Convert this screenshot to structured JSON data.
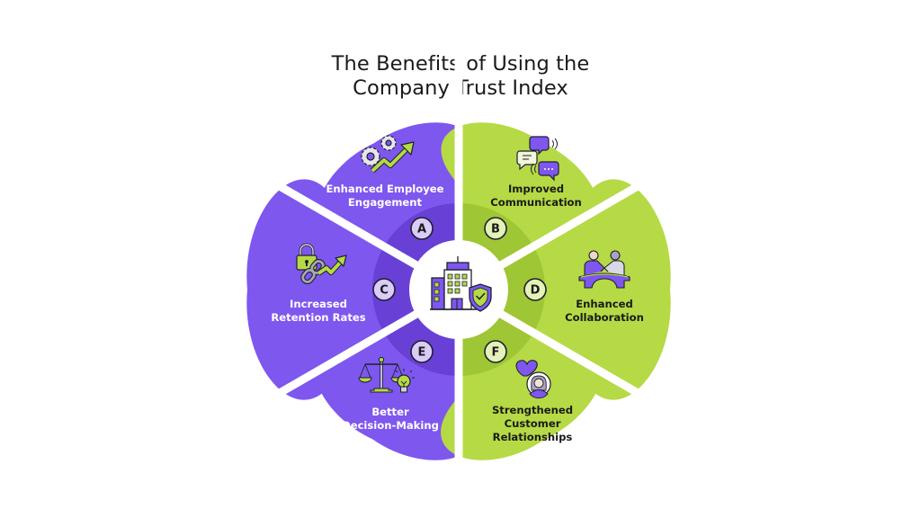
{
  "title": {
    "line1": "The Benefits of Using the",
    "line2": "Company Trust Index"
  },
  "colors": {
    "purple": "#7E57EE",
    "purple_dark": "#6840D6",
    "green": "#B5DA45",
    "green_dark": "#9FC634",
    "badge_purple": "#D9CCF8",
    "badge_green": "#E4F2B8",
    "outline": "#1f1f2e"
  },
  "center": {
    "icon": "building-shield-icon"
  },
  "benefits": [
    {
      "letter": "A",
      "lines": [
        "Enhanced Employee",
        "Engagement"
      ],
      "icon": "gears-growth-arrow-icon",
      "color": "purple"
    },
    {
      "letter": "B",
      "lines": [
        "Improved",
        "Communication"
      ],
      "icon": "chat-bubbles-icon",
      "color": "green"
    },
    {
      "letter": "C",
      "lines": [
        "Increased",
        "Retention Rates"
      ],
      "icon": "lock-chain-arrow-icon",
      "color": "purple"
    },
    {
      "letter": "D",
      "lines": [
        "Enhanced",
        "Collaboration"
      ],
      "icon": "handshake-bridge-icon",
      "color": "green"
    },
    {
      "letter": "E",
      "lines": [
        "Better",
        "Decision-Making"
      ],
      "icon": "scale-lightbulb-icon",
      "color": "purple"
    },
    {
      "letter": "F",
      "lines": [
        "Strengthened",
        "Customer",
        "Relationships"
      ],
      "icon": "heart-customer-icon",
      "color": "green"
    }
  ]
}
